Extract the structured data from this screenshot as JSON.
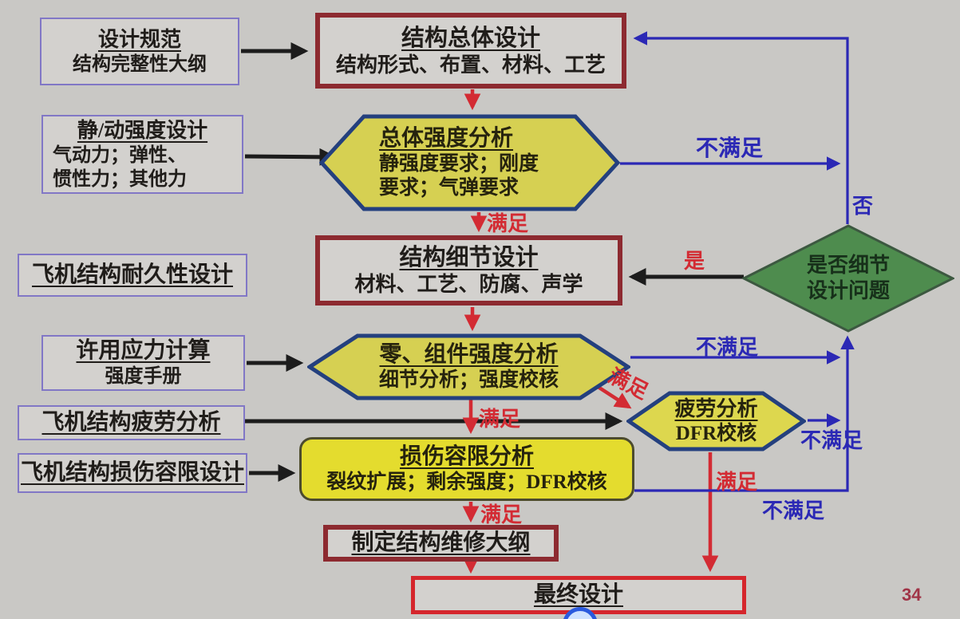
{
  "page": {
    "number": "34"
  },
  "colors": {
    "background": "#c9c8c5",
    "hexagon_fill": "#d6d052",
    "hexagon_border": "#24407e",
    "diamond_fill": "#4e8c4e",
    "dark_red_border": "#8d2a30",
    "bright_red": "#d5262c",
    "purple_border": "#8177c6",
    "blue_line": "#2b28b5",
    "red_label": "#d32b33",
    "black_arrow": "#1c1c1c"
  },
  "nodes": {
    "design_spec": {
      "title": "设计规范",
      "subtitle": "结构完整性大纲"
    },
    "overall_design": {
      "title": "结构总体设计",
      "subtitle": "结构形式、布置、材料、工艺"
    },
    "static_dynamic_design": {
      "title": "静/动强度设计",
      "line1": "气动力；弹性、",
      "line2": "惯性力；其他力"
    },
    "overall_strength_analysis": {
      "title": "总体强度分析",
      "line1": "静强度要求；刚度",
      "line2": "要求；气弹要求"
    },
    "durability_design": {
      "title": "飞机结构耐久性设计"
    },
    "detail_design": {
      "title": "结构细节设计",
      "subtitle": "材料、工艺、防腐、声学"
    },
    "detail_decision": {
      "line1": "是否细节",
      "line2": "设计问题"
    },
    "allowable_stress": {
      "title": "许用应力计算",
      "subtitle": "强度手册"
    },
    "component_strength_analysis": {
      "title": "零、组件强度分析",
      "subtitle": "细节分析；强度校核"
    },
    "fatigue_design": {
      "title": "飞机结构疲劳分析"
    },
    "fatigue_analysis": {
      "title": "疲劳分析",
      "subtitle": "DFR校核"
    },
    "damage_tolerance_design": {
      "title": "飞机结构损伤容限设计"
    },
    "damage_tolerance_analysis": {
      "title": "损伤容限分析",
      "subtitle": "裂纹扩展；剩余强度；DFR校核"
    },
    "maintenance_program": {
      "title": "制定结构维修大纲"
    },
    "final_design": {
      "title": "最终设计"
    }
  },
  "edge_labels": {
    "not_satisfied_overall": "不满足",
    "no": "否",
    "satisfied_overall": "满足",
    "yes": "是",
    "not_satisfied_component": "不满足",
    "satisfied_component": "满足",
    "satisfied_to_fatigue": "满足",
    "not_satisfied_fatigue": "不满足",
    "satisfied_fatigue": "满足",
    "not_satisfied_damage": "不满足",
    "satisfied_damage": "满足"
  }
}
